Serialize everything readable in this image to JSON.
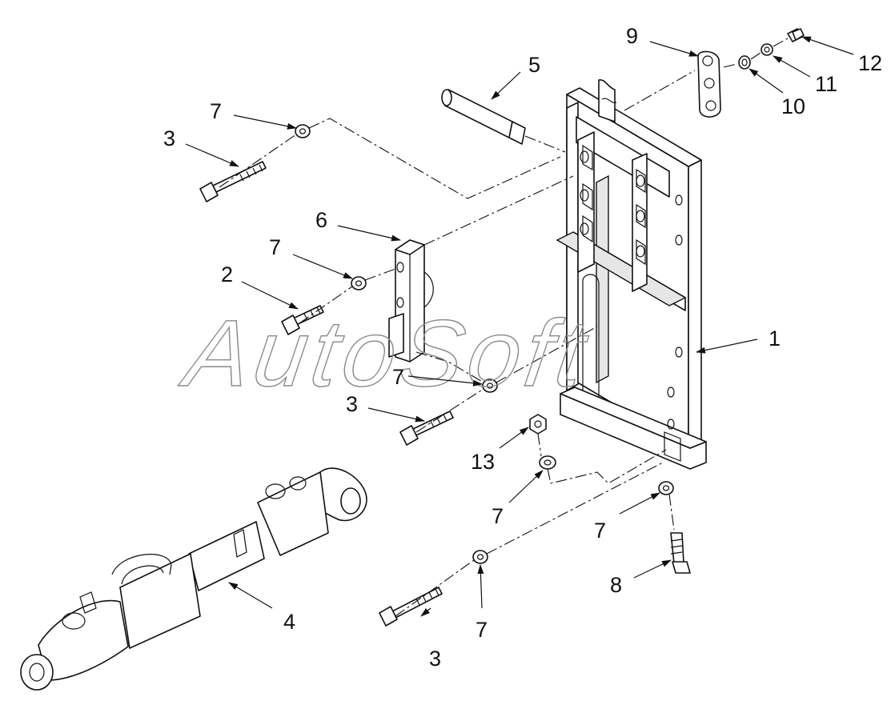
{
  "callouts": {
    "c1": "1",
    "c2": "2",
    "c3a": "3",
    "c3b": "3",
    "c3c": "3",
    "c4": "4",
    "c5": "5",
    "c6": "6",
    "c7a": "7",
    "c7b": "7",
    "c7c": "7",
    "c7d": "7",
    "c7e": "7",
    "c7f": "7",
    "c8": "8",
    "c9": "9",
    "c10": "10",
    "c11": "11",
    "c12": "12",
    "c13": "13"
  },
  "watermark": "AutoSoft",
  "colors": {
    "line": "#111111",
    "background": "#ffffff",
    "watermark": "#8a8a8a"
  }
}
